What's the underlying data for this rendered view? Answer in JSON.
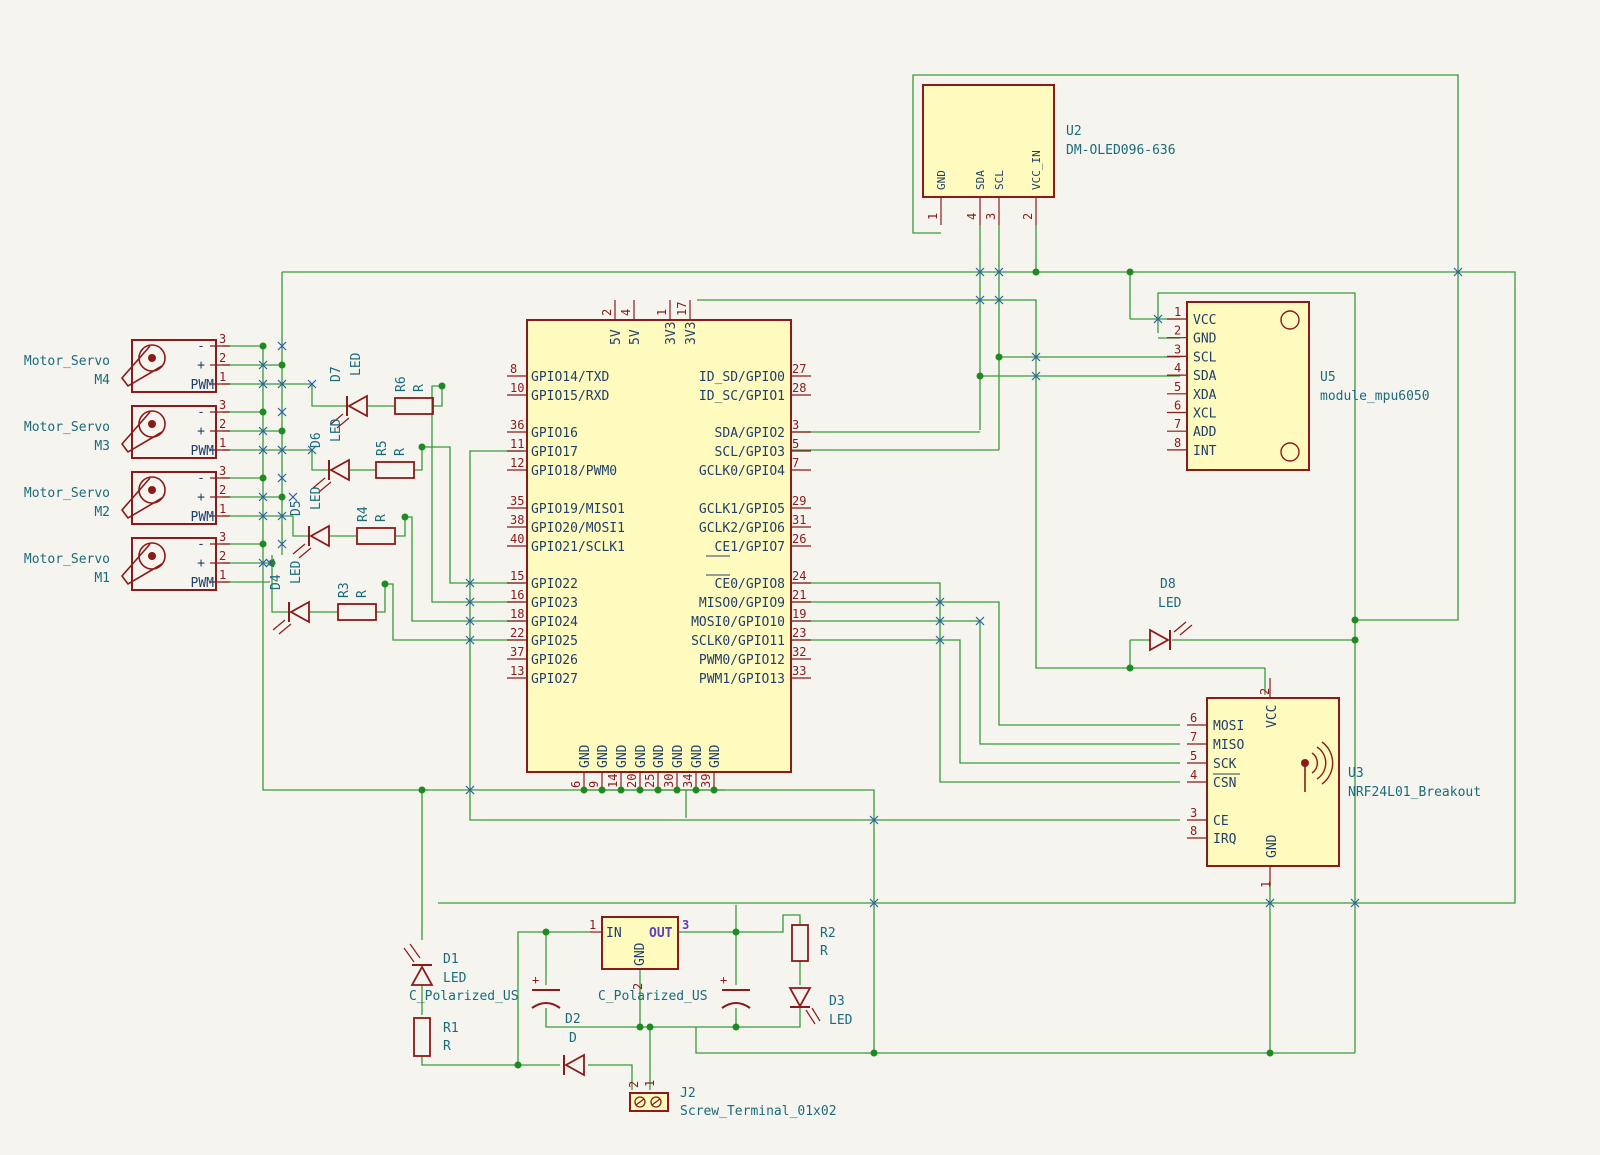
{
  "u1": {
    "left_pins": [
      {
        "name": "GPIO14/TXD",
        "num": "8"
      },
      {
        "name": "GPIO15/RXD",
        "num": "10"
      },
      {
        "name": "GPIO16",
        "num": "36"
      },
      {
        "name": "GPIO17",
        "num": "11"
      },
      {
        "name": "GPIO18/PWM0",
        "num": "12"
      },
      {
        "name": "GPIO19/MISO1",
        "num": "35"
      },
      {
        "name": "GPIO20/MOSI1",
        "num": "38"
      },
      {
        "name": "GPIO21/SCLK1",
        "num": "40"
      },
      {
        "name": "GPIO22",
        "num": "15"
      },
      {
        "name": "GPIO23",
        "num": "16"
      },
      {
        "name": "GPIO24",
        "num": "18"
      },
      {
        "name": "GPIO25",
        "num": "22"
      },
      {
        "name": "GPIO26",
        "num": "37"
      },
      {
        "name": "GPIO27",
        "num": "13"
      }
    ],
    "right_pins": [
      {
        "name": "ID_SD/GPIO0",
        "num": "27"
      },
      {
        "name": "ID_SC/GPIO1",
        "num": "28"
      },
      {
        "name": "SDA/GPIO2",
        "num": "3"
      },
      {
        "name": "SCL/GPIO3",
        "num": "5"
      },
      {
        "name": "GCLK0/GPIO4",
        "num": "7"
      },
      {
        "name": "GCLK1/GPIO5",
        "num": "29"
      },
      {
        "name": "GCLK2/GPIO6",
        "num": "31"
      },
      {
        "name": "CE1/GPIO7",
        "num": "26"
      },
      {
        "name": "CE0/GPIO8",
        "num": "24"
      },
      {
        "name": "MISO0/GPIO9",
        "num": "21"
      },
      {
        "name": "MOSI0/GPIO10",
        "num": "19"
      },
      {
        "name": "SCLK0/GPIO11",
        "num": "23"
      },
      {
        "name": "PWM0/GPIO12",
        "num": "32"
      },
      {
        "name": "PWM1/GPIO13",
        "num": "33"
      }
    ],
    "top_pins": [
      {
        "name": "5V",
        "num": "2"
      },
      {
        "name": "5V",
        "num": "4"
      },
      {
        "name": "3V3",
        "num": "1"
      },
      {
        "name": "3V3",
        "num": "17"
      }
    ],
    "bottom_pins": [
      {
        "name": "GND",
        "num": "6"
      },
      {
        "name": "GND",
        "num": "9"
      },
      {
        "name": "GND",
        "num": "14"
      },
      {
        "name": "GND",
        "num": "20"
      },
      {
        "name": "GND",
        "num": "25"
      },
      {
        "name": "GND",
        "num": "30"
      },
      {
        "name": "GND",
        "num": "34"
      },
      {
        "name": "GND",
        "num": "39"
      }
    ]
  },
  "u2": {
    "ref": "U2",
    "value": "DM-OLED096-636",
    "pins": [
      {
        "name": "GND",
        "num": "1"
      },
      {
        "name": "SDA",
        "num": "4"
      },
      {
        "name": "SCL",
        "num": "3"
      },
      {
        "name": "VCC_IN",
        "num": "2"
      }
    ]
  },
  "u5": {
    "ref": "U5",
    "value": "module_mpu6050",
    "pins": [
      {
        "name": "VCC",
        "num": "1"
      },
      {
        "name": "GND",
        "num": "2"
      },
      {
        "name": "SCL",
        "num": "3"
      },
      {
        "name": "SDA",
        "num": "4"
      },
      {
        "name": "XDA",
        "num": "5"
      },
      {
        "name": "XCL",
        "num": "6"
      },
      {
        "name": "ADD",
        "num": "7"
      },
      {
        "name": "INT",
        "num": "8"
      }
    ]
  },
  "u3": {
    "ref": "U3",
    "value": "NRF24L01_Breakout",
    "pins": [
      {
        "name": "MOSI",
        "num": "6"
      },
      {
        "name": "MISO",
        "num": "7"
      },
      {
        "name": "SCK",
        "num": "5"
      },
      {
        "name": "CSN",
        "num": "4"
      },
      {
        "name": "CE",
        "num": "3"
      },
      {
        "name": "IRQ",
        "num": "8"
      }
    ],
    "vcc": {
      "name": "VCC",
      "num": "2"
    },
    "gnd": {
      "name": "GND",
      "num": "1"
    }
  },
  "servos": [
    {
      "label": "Motor_Servo",
      "ref": "M4"
    },
    {
      "label": "Motor_Servo",
      "ref": "M3"
    },
    {
      "label": "Motor_Servo",
      "ref": "M2"
    },
    {
      "label": "Motor_Servo",
      "ref": "M1"
    }
  ],
  "servo_pins": {
    "minus": "-",
    "plus": "+",
    "pwm": "PWM",
    "n3": "3",
    "n2": "2",
    "n1": "1"
  },
  "leds_small": [
    {
      "ref": "D7",
      "value": "LED"
    },
    {
      "ref": "D6",
      "value": "LED"
    },
    {
      "ref": "D5",
      "value": "LED"
    },
    {
      "ref": "D4",
      "value": "LED"
    }
  ],
  "resistors_small": [
    {
      "ref": "R6",
      "value": "R"
    },
    {
      "ref": "R5",
      "value": "R"
    },
    {
      "ref": "R4",
      "value": "R"
    },
    {
      "ref": "R3",
      "value": "R"
    }
  ],
  "d8": {
    "ref": "D8",
    "value": "LED"
  },
  "d1": {
    "ref": "D1",
    "value": "LED"
  },
  "r1": {
    "ref": "R1",
    "value": "R"
  },
  "c1_value": "C_Polarized_US",
  "c2_value": "C_Polarized_US",
  "d2": {
    "ref": "D2",
    "value": "D"
  },
  "r2": {
    "ref": "R2",
    "value": "R"
  },
  "d3": {
    "ref": "D3",
    "value": "LED"
  },
  "j2": {
    "ref": "J2",
    "value": "Screw_Terminal_01x02",
    "p1": "1",
    "p2": "2"
  },
  "reg": {
    "in": "IN",
    "out": "OUT",
    "gnd": "GND",
    "p1": "1",
    "p2": "2",
    "p3": "3"
  },
  "colors": {
    "wire": "#3a9a3a",
    "body": "#fffbbf",
    "outline": "#8b1a1a",
    "text": "#20406b",
    "ref": "#1b6b7a",
    "no_connect": "#2d5ea8"
  }
}
